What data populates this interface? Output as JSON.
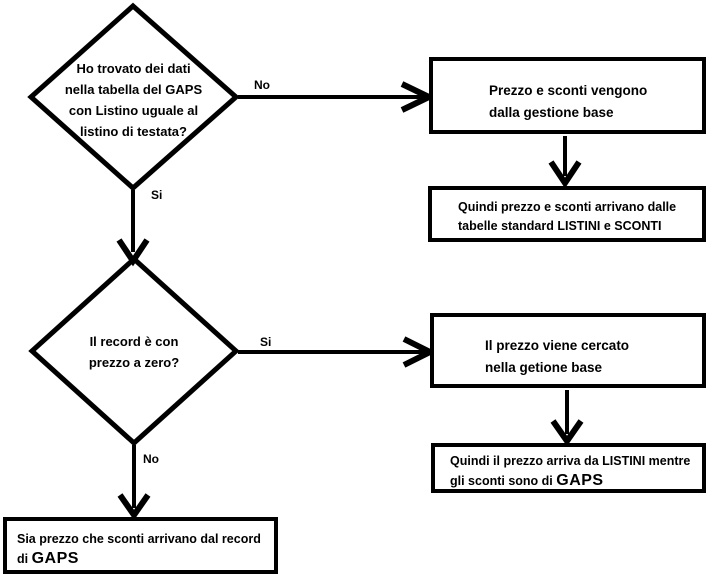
{
  "flowchart": {
    "decision_gaps": {
      "line1": "Ho trovato dei dati",
      "line2": "nella tabella del GAPS",
      "line3": "con Listino uguale al",
      "line4": "listino di testata?"
    },
    "decision_prezzo_zero": {
      "line1": "Il record è con",
      "line2": "prezzo a zero?"
    },
    "box_gestione_base": {
      "line1": "Prezzo e sconti vengono",
      "line2": "dalla gestione base"
    },
    "box_listini_sconti": {
      "line1": "Quindi prezzo e sconti arrivano dalle",
      "line2": "tabelle standard LISTINI e SCONTI"
    },
    "box_prezzo_cercato": {
      "line1": "Il prezzo viene cercato",
      "line2": "nella getione base"
    },
    "box_listini_gaps": {
      "line1": "Quindi il prezzo arriva da LISTINI mentre",
      "line2_prefix": "gli sconti sono di ",
      "line2_emph": "GAPS"
    },
    "box_record_gaps": {
      "line1": "Sia prezzo che sconti arrivano dal record",
      "line2_prefix": "di ",
      "line2_emph": "GAPS"
    },
    "labels": {
      "no1": "No",
      "si1": "Si",
      "si2": "Si",
      "no2": "No"
    },
    "colors": {
      "stroke": "#000000",
      "background": "#ffffff",
      "text": "#000000"
    }
  }
}
